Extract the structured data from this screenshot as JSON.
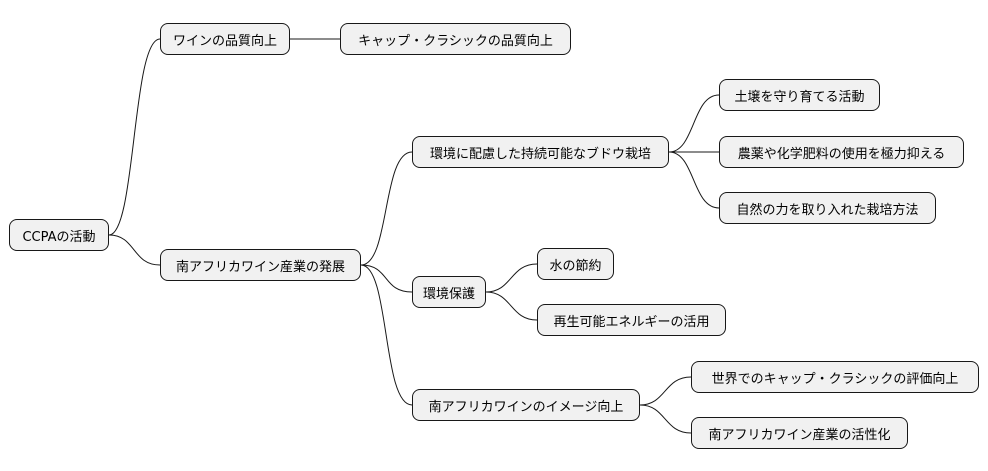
{
  "mindmap": {
    "root": "CCPAの活動",
    "branch_wine_quality": "ワインの品質向上",
    "leaf_cape_classics_quality": "キャップ・クラシックの品質向上",
    "branch_industry_development": "南アフリカワイン産業の発展",
    "sub_sustainable_grapes": "環境に配慮した持続可能なブドウ栽培",
    "leaf_soil_care": "土壌を守り育てる活動",
    "leaf_minimize_chemicals": "農薬や化学肥料の使用を極力抑える",
    "leaf_natural_methods": "自然の力を取り入れた栽培方法",
    "sub_environment_protection": "環境保護",
    "leaf_water_saving": "水の節約",
    "leaf_renewable_energy": "再生可能エネルギーの活用",
    "sub_image_improvement": "南アフリカワインのイメージ向上",
    "leaf_global_reputation": "世界でのキャップ・クラシックの評価向上",
    "leaf_industry_revitalization": "南アフリカワイン産業の活性化"
  }
}
